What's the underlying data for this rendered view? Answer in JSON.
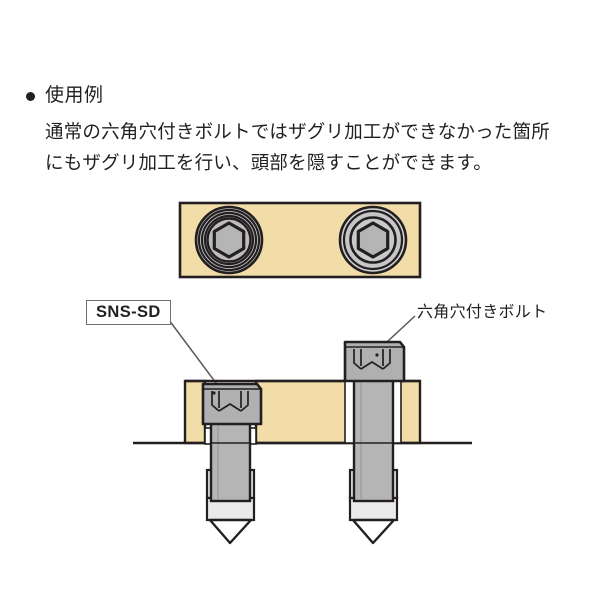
{
  "document": {
    "background_color": "#ffffff",
    "ink_color": "#231f20"
  },
  "heading": {
    "bullet_icon": "filled-circle-bullet",
    "title": "使用例",
    "body_line_1": "通常の六角穴付きボルトではザグリ加工ができなかった箇所",
    "body_line_2": "にもザグリ加工を行い、頭部を隠すことができます。"
  },
  "callouts": {
    "left": {
      "text": "SNS-SD",
      "boxed": "true",
      "target": "recessed-bolt-head"
    },
    "right": {
      "text": "六角穴付きボルト",
      "boxed": "false",
      "target": "standard-bolt-head"
    }
  },
  "figure": {
    "plan_view": {
      "name": "plan-view-plate",
      "plate_color": "#f2dca8",
      "outline_color": "#231f20",
      "holes": [
        {
          "name": "counterbored-socket-hole",
          "type": "sns-sd",
          "ring_count": 5,
          "socket": "hexagon",
          "socket_color": "#b5b5b5"
        },
        {
          "name": "plain-socket-hole",
          "type": "standard",
          "ring_count": 3,
          "socket": "hexagon",
          "socket_color": "#b5b5b5"
        }
      ]
    },
    "section_view": {
      "name": "cross-section-view",
      "plate_color": "#f2dca8",
      "bolt_head_color": "#b0b0b0",
      "bolt_shank_color": "#b5b5b5",
      "thread_color": "#e2e2e2",
      "outline_color": "#231f20",
      "bolts": [
        {
          "name": "sns-sd-bolt",
          "head_position": "recessed-in-counterbore",
          "socket": "hexagon-socket"
        },
        {
          "name": "hex-socket-head-cap-screw",
          "head_position": "above-plate-surface",
          "socket": "hexagon-socket"
        }
      ],
      "baseline": {
        "name": "plate-bottom-reference-line",
        "color": "#231f20"
      }
    }
  }
}
